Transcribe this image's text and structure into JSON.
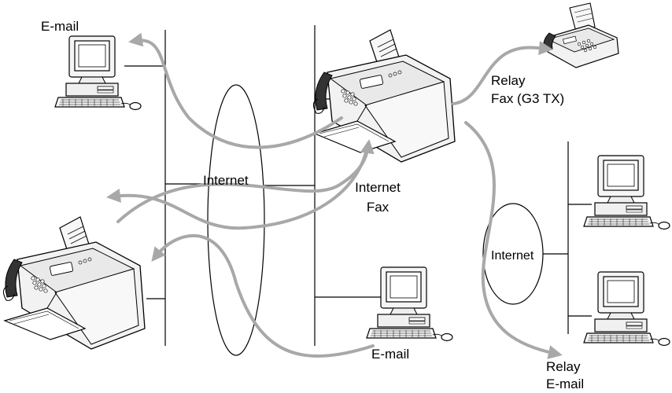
{
  "labels": {
    "email_top_left": "E-mail",
    "internet_left": "Internet",
    "internet_fax_line1": "Internet",
    "internet_fax_line2": "Fax",
    "relay_fax_line1": "Relay",
    "relay_fax_line2": "Fax (G3 TX)",
    "internet_right": "Internet",
    "email_bottom_center": "E-mail",
    "relay_email_line1": "Relay",
    "relay_email_line2": "E-mail"
  },
  "colors": {
    "line": "#000000",
    "arrow": "#a8a8a8",
    "device_body": "#f2f2f2",
    "device_screen": "#ffffff",
    "handset": "#333333"
  },
  "icons": {
    "computer": "computer-icon",
    "mfc": "mfc-fax-machine-icon",
    "fax": "fax-machine-icon"
  }
}
